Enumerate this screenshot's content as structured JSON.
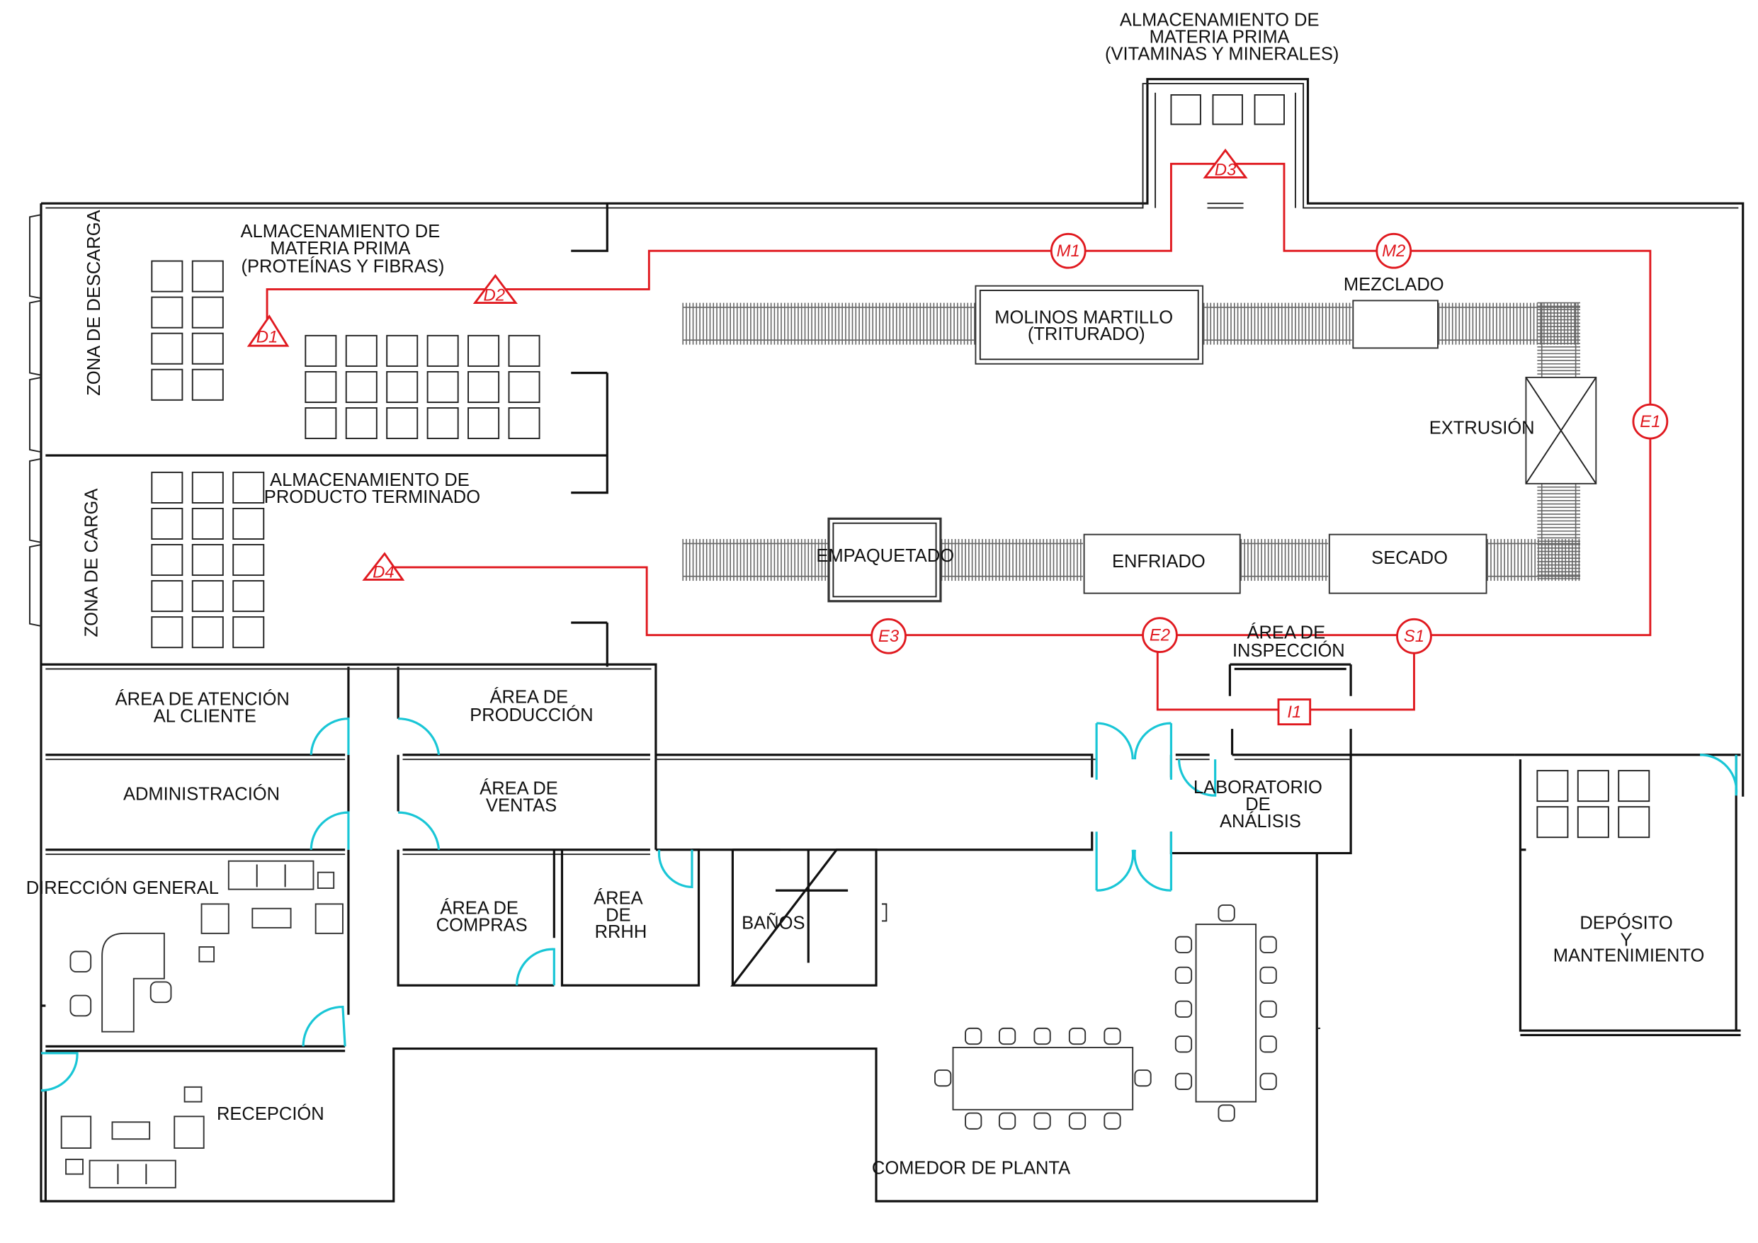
{
  "labels": {
    "almacen_vitaminas": [
      "ALMACENAMIENTO DE",
      "MATERIA PRIMA",
      "(VITAMINAS Y MINERALES)"
    ],
    "almacen_proteinas": [
      "ALMACENAMIENTO DE",
      "MATERIA PRIMA",
      "(PROTEÍNAS Y FIBRAS)"
    ],
    "almacen_producto": [
      "ALMACENAMIENTO DE",
      "PRODUCTO TERMINADO"
    ],
    "zona_descarga": "ZONA DE DESCARGA",
    "zona_carga": "ZONA DE CARGA",
    "molinos": [
      "MOLINOS MARTILLO",
      "(TRITURADO)"
    ],
    "mezclado": "MEZCLADO",
    "extrusion": "EXTRUSIÓN",
    "empaquetado": "EMPAQUETADO",
    "enfriado": "ENFRIADO",
    "secado": "SECADO",
    "inspeccion": [
      "ÁREA DE",
      "INSPECCIÓN"
    ],
    "atencion": [
      "ÁREA DE ATENCIÓN",
      "AL CLIENTE"
    ],
    "produccion": [
      "ÁREA DE",
      "PRODUCCIÓN"
    ],
    "administracion": "ADMINISTRACIÓN",
    "ventas": [
      "ÁREA DE",
      "VENTAS"
    ],
    "laboratorio": [
      "LABORATORIO",
      "DE",
      "ANÁLISIS"
    ],
    "direccion": "DIRECCIÓN GENERAL",
    "compras": [
      "ÁREA DE",
      "COMPRAS"
    ],
    "rrhh": [
      "ÁREA",
      "DE",
      "RRHH"
    ],
    "banos": "BAÑOS",
    "deposito": [
      "DEPÓSITO",
      "Y",
      "MANTENIMIENTO"
    ],
    "recepcion": "RECEPCIÓN",
    "comedor": "COMEDOR DE PLANTA"
  },
  "flow_nodes": {
    "D1": "D1",
    "D2": "D2",
    "D3": "D3",
    "D4": "D4",
    "M1": "M1",
    "M2": "M2",
    "E1": "E1",
    "E2": "E2",
    "E3": "E3",
    "S1": "S1",
    "I1": "I1"
  },
  "colors": {
    "flow": "#e0191f",
    "door": "#19c6d6",
    "wall": "#111111"
  }
}
